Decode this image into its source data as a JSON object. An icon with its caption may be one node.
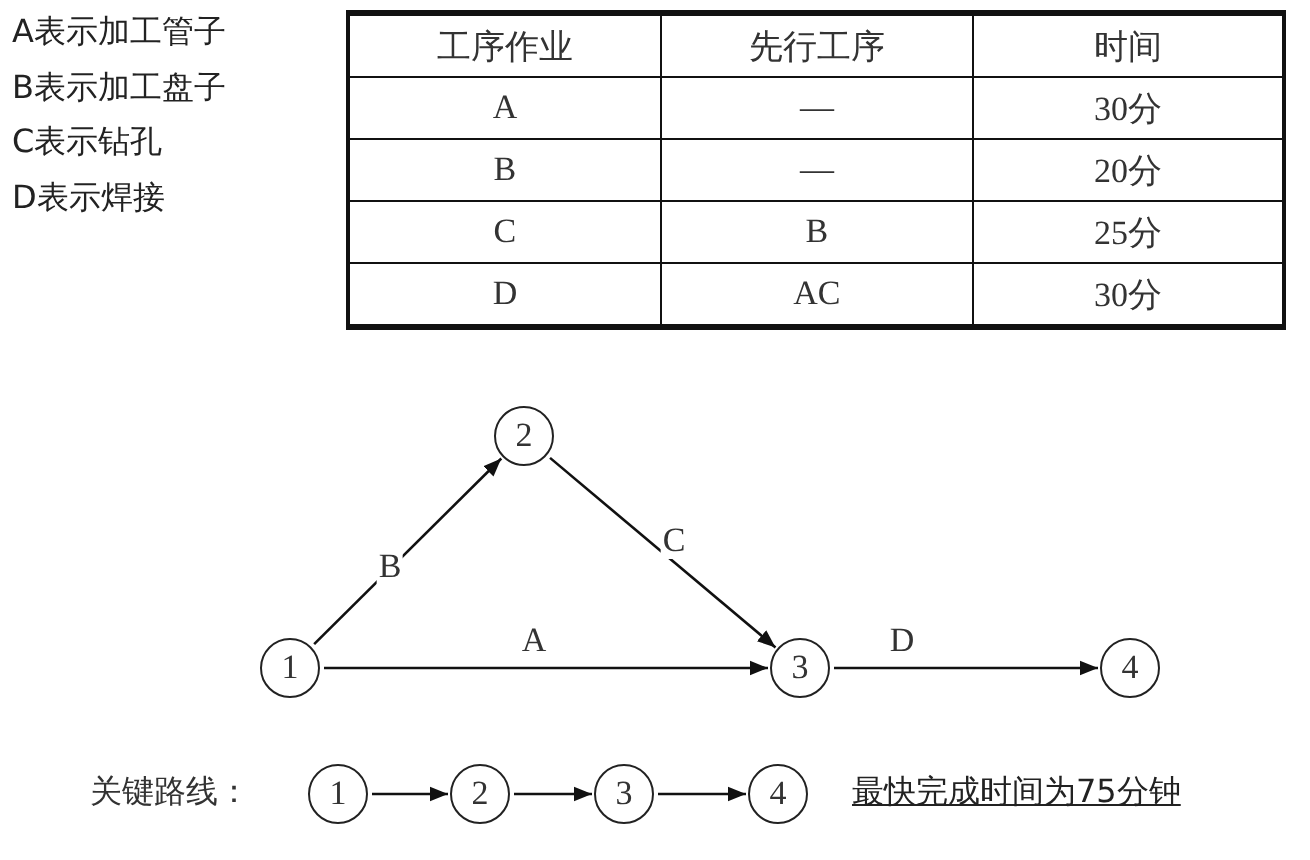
{
  "diagram": {
    "nodes": [
      {
        "text": [
          "1"
        ]
      },
      {
        "text": [
          "2"
        ]
      },
      {
        "text": [
          "3"
        ]
      },
      {
        "text": [
          "4"
        ]
      },
      {
        "text": [
          "1"
        ]
      },
      {
        "text": [
          "2"
        ]
      },
      {
        "text": [
          "3"
        ]
      },
      {
        "text": [
          "4"
        ]
      }
    ],
    "edges": [
      {
        "from": 0,
        "to": 1,
        "arrow": "to",
        "label": "B"
      },
      {
        "from": 1,
        "to": 2,
        "arrow": "to",
        "label": "C"
      },
      {
        "from": 0,
        "to": 2,
        "arrow": "to",
        "label": "A"
      },
      {
        "from": 2,
        "to": 3,
        "arrow": "to",
        "label": "D"
      },
      {
        "from": 4,
        "to": 5,
        "arrow": "to"
      },
      {
        "from": 5,
        "to": 6,
        "arrow": "to"
      },
      {
        "from": 6,
        "to": 7,
        "arrow": "to"
      }
    ],
    "labels": [
      "A表示加工管子",
      "B表示加工盘子",
      "C表示钻孔",
      "D表示焊接",
      "工序作业",
      "先行工序",
      "时间",
      "A",
      "—",
      "30分",
      "B",
      "—",
      "20分",
      "C",
      "B",
      "25分",
      "D",
      "AC",
      "30分",
      "关键路线：",
      "最快完成时间为75分钟"
    ]
  }
}
